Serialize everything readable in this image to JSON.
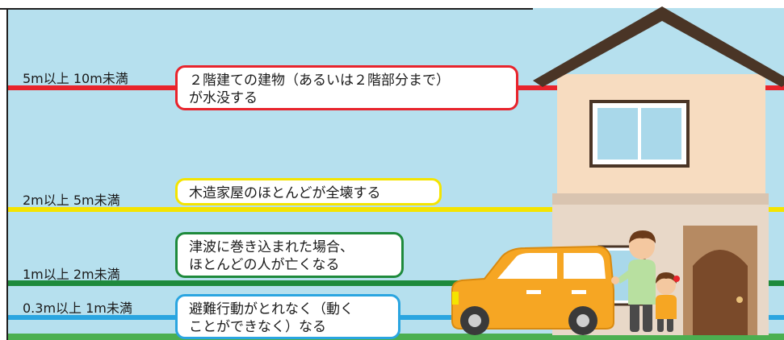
{
  "colors": {
    "sky": "#b6e0ee",
    "red": "#e8242c",
    "yellow": "#f4e400",
    "green": "#1e8a3c",
    "blue": "#2aa5e0",
    "ground": "#4caf50"
  },
  "levels": [
    {
      "id": "lv1",
      "label": "5m以上 10m未満",
      "lines": [
        "２階建ての建物（あるいは２階部分まで）",
        "が水没する"
      ]
    },
    {
      "id": "lv2",
      "label": "2m以上 5m未満",
      "lines": [
        "木造家屋のほとんどが全壊する"
      ]
    },
    {
      "id": "lv3",
      "label": "1m以上 2m未満",
      "lines": [
        "津波に巻き込まれた場合、",
        "ほとんどの人が亡くなる"
      ]
    },
    {
      "id": "lv4",
      "label": "0.3m以上 1m未満",
      "lines": [
        "避難行動がとれなく（動く",
        "ことができなく）なる"
      ]
    }
  ],
  "icons": [
    "house-icon",
    "car-icon",
    "adult-figure-icon",
    "child-figure-icon"
  ]
}
